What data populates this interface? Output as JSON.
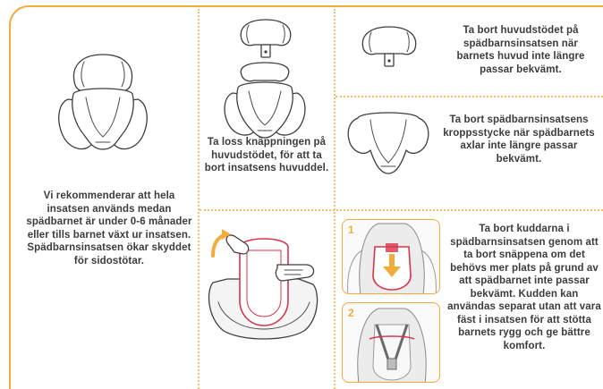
{
  "colors": {
    "accent": "#f2ac3c",
    "text": "#3c3c3c",
    "insert_outline": "#d9344a"
  },
  "section_left": {
    "text": "Vi rekommenderar att hela insatsen används medan spädbarnet är under 0-6 månader eller tills barnet växt ur insatsen. Spädbarnsinsatsen ökar skyddet för sidostötar."
  },
  "section_middle_top": {
    "text": "Ta loss knäppningen på huvudstödet, för att ta bort insatsens huvuddel."
  },
  "section_right_top": {
    "text": "Ta bort huvudstödet på spädbarnsinsatsen när barnets huvud inte längre passar bekvämt."
  },
  "section_right_middle": {
    "text": "Ta bort spädbarnsinsatsens kroppsstycke när spädbarnets axlar inte längre passar bekvämt."
  },
  "section_right_bottom": {
    "text": "Ta bort kuddarna i spädbarnsinsatsen genom att ta bort snäppena om det behövs mer plats på grund av att spädbarnet inte passar bekvämt. Kudden kan användas separat utan att vara fäst i insatsen för att stötta barnets rygg och ge bättre komfort.",
    "steps": [
      "1",
      "2"
    ]
  },
  "icons": {
    "full_insert": "infant-insert-full-icon",
    "headrest": "headrest-icon",
    "body_piece": "insert-body-icon",
    "arrow": "orange-arrow-icon"
  }
}
